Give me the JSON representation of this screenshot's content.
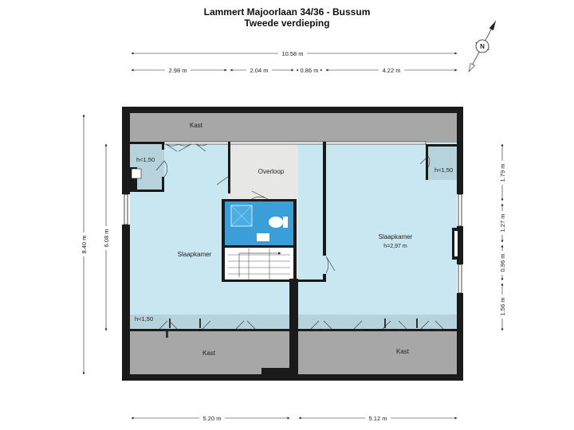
{
  "header": {
    "title": "Lammert Majoorlaan 34/36 - Bussum",
    "subtitle": "Tweede verdieping"
  },
  "rooms": {
    "kast_top": "Kast",
    "kast_bottom_left": "Kast",
    "kast_bottom_right": "Kast",
    "overloop": "Overloop",
    "slaapkamer_left": "Slaapkamer",
    "slaapkamer_right": "Slaapkamer",
    "slaapkamer_right_height": "h=2,97 m",
    "low_top_left": "h<1,50",
    "low_top_right": "h<1,50",
    "low_bottom_left": "h<1,50"
  },
  "dimensions": {
    "total_width": "10.58 m",
    "seg_1": "2.98 m",
    "seg_2": "2.04 m",
    "seg_3": "0.86 m",
    "seg_4": "4.22 m",
    "bottom_left": "5.20 m",
    "bottom_right": "5.12 m",
    "left_total": "8.40 m",
    "left_inner": "6.08 m",
    "right_1": "1.79 m",
    "right_2": "1.27 m",
    "right_3": "0.96 m",
    "right_4": "1.56 m"
  },
  "compass": {
    "label": "N"
  },
  "colors": {
    "bedroom": "#c9e7f0",
    "storage": "#a7a7a7",
    "hall": "#e7e7e5",
    "bathroom": "#3a9fd8",
    "wall": "#1a1a1a"
  }
}
